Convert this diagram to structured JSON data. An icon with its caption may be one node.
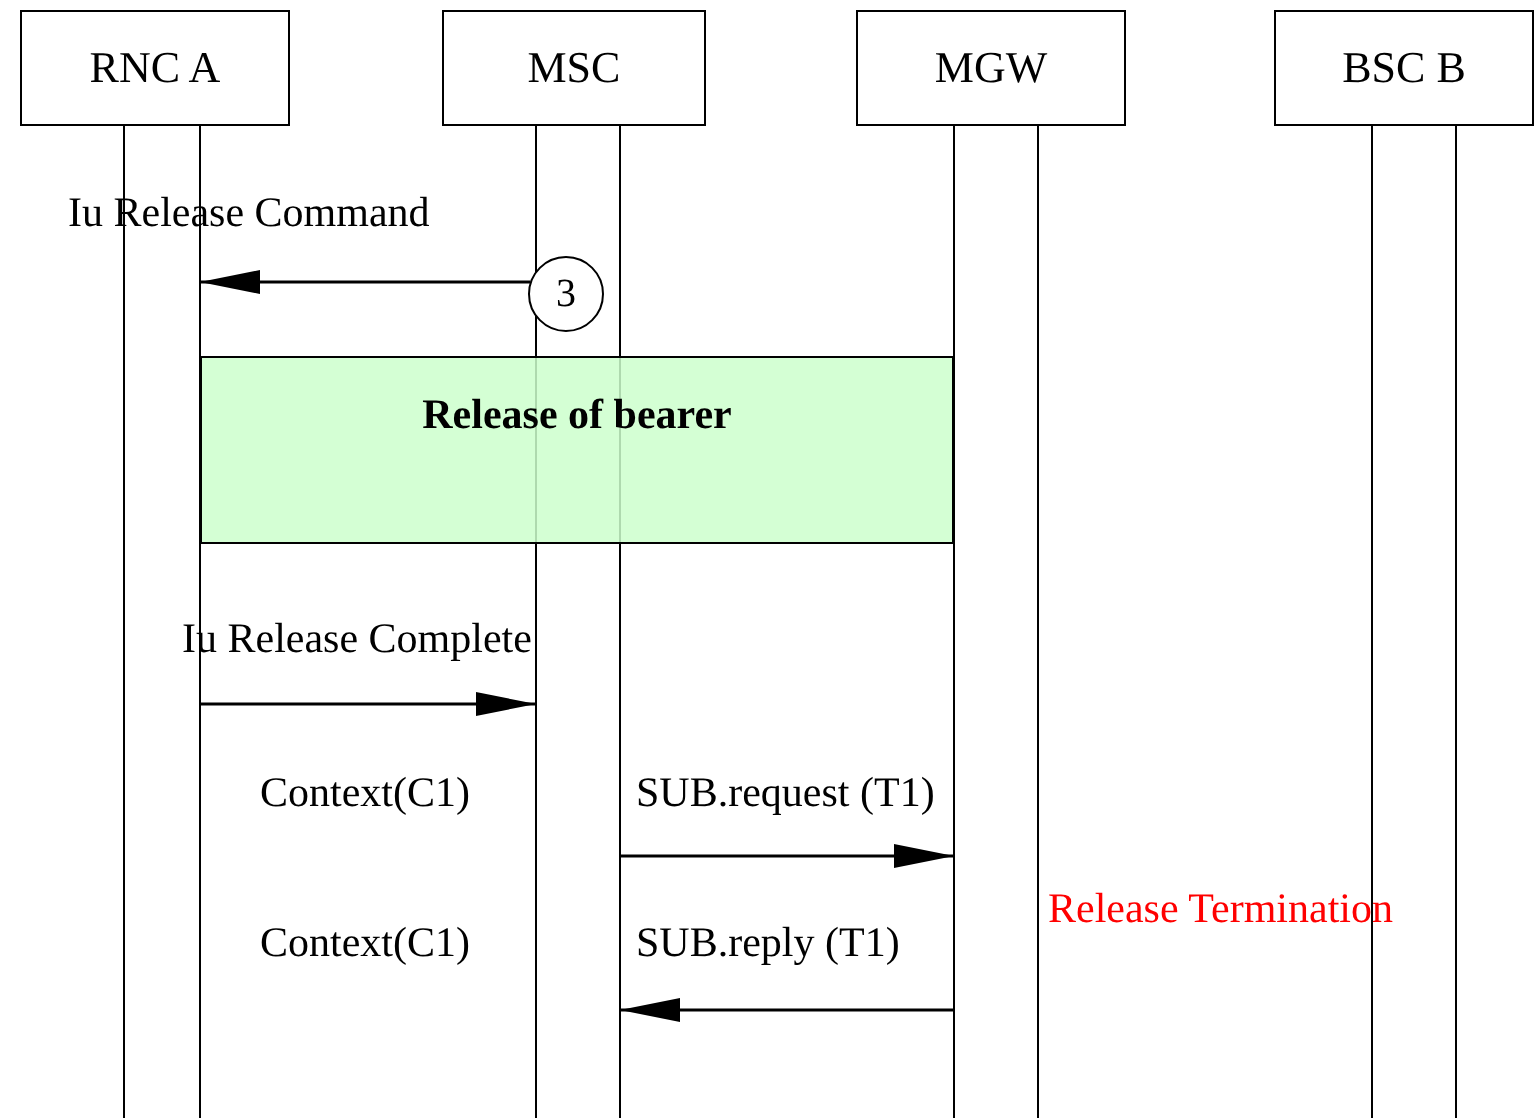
{
  "diagram": {
    "nodes": [
      {
        "text": [
          "RNC A"
        ]
      },
      {
        "text": [
          "MSC"
        ]
      },
      {
        "text": [
          "MGW"
        ]
      },
      {
        "text": [
          "BSC B"
        ]
      },
      {
        "text": [
          "3"
        ],
        "in": 1
      },
      {
        "text": [
          "Release of bearer"
        ]
      }
    ],
    "edges": [
      {
        "from": 4,
        "to": 0,
        "arrow": "to",
        "label": "Iu Release Command"
      },
      {
        "from": 0,
        "to": 1,
        "arrow": "to",
        "label": "Iu Release Complete"
      },
      {
        "from": 1,
        "to": 2,
        "arrow": "to",
        "label": "SUB.request (T1)"
      },
      {
        "from": 2,
        "to": 1,
        "arrow": "to",
        "label": "SUB.reply (T1)"
      }
    ],
    "labels": [
      "Context(C1)",
      "Context(C1)",
      "Release Termination"
    ]
  }
}
